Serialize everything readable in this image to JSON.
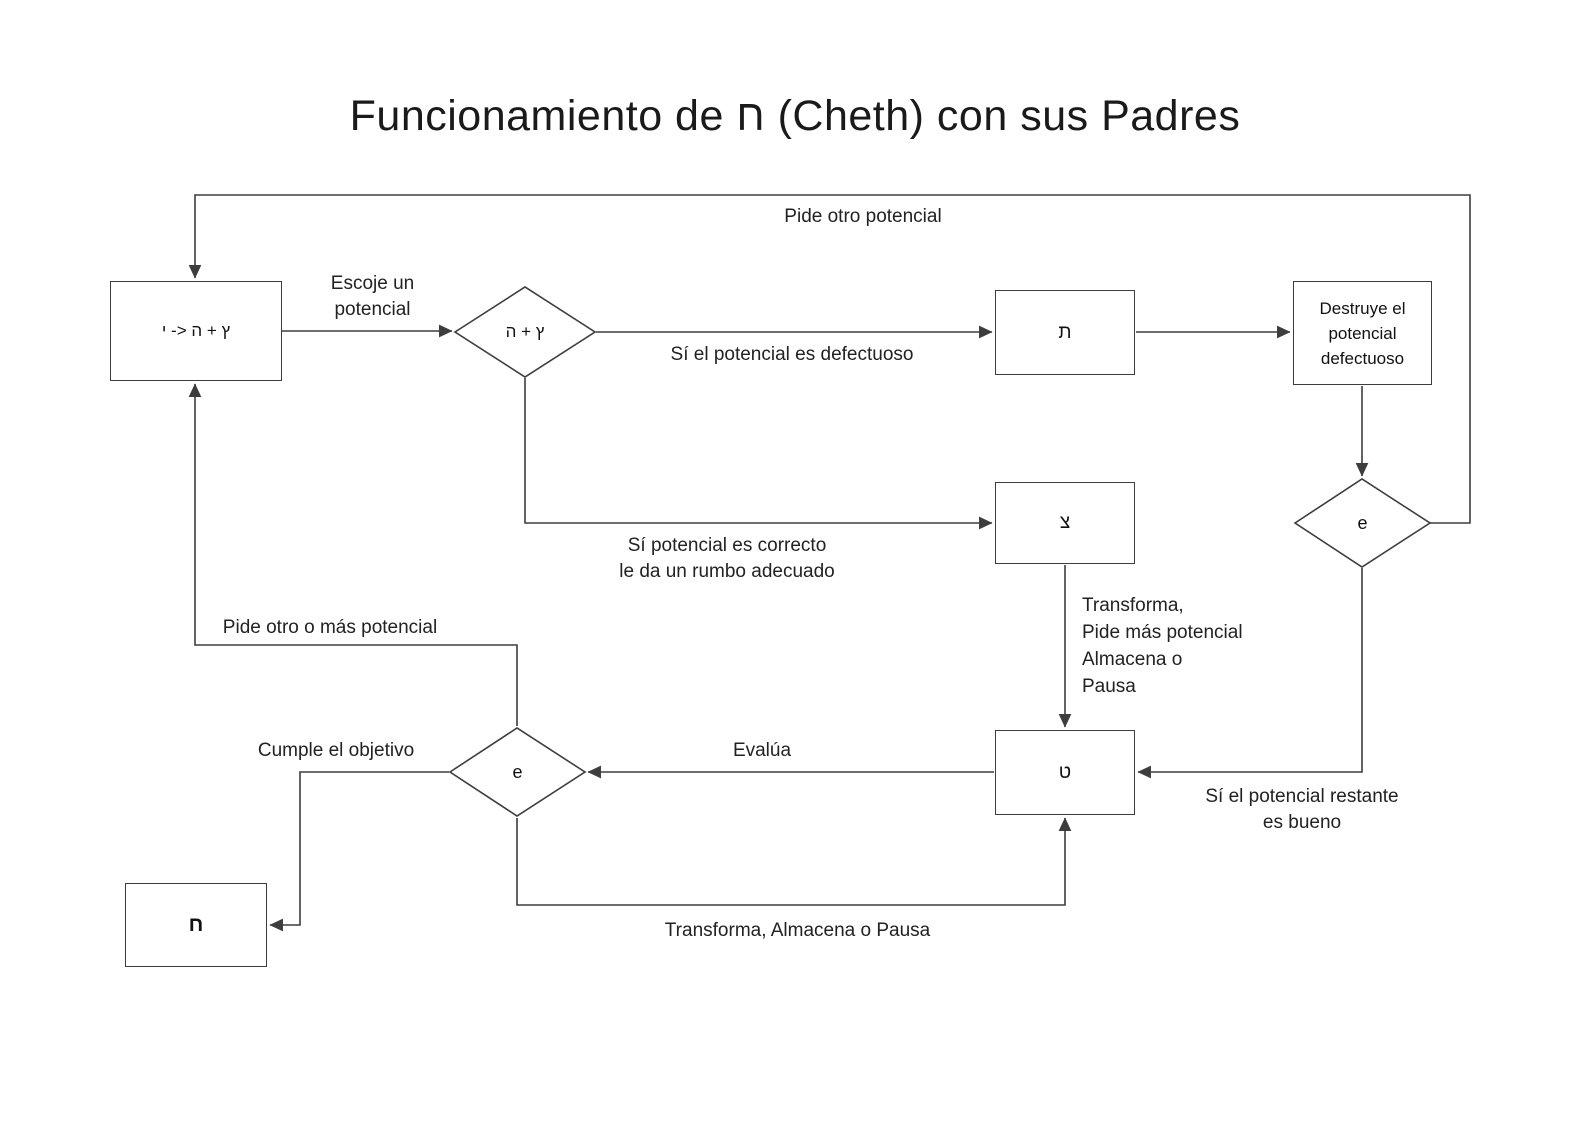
{
  "title": "Funcionamiento de ח (Cheth) con sus Padres",
  "colors": {
    "line": "#3d3d3d",
    "text": "#111111",
    "background": "#ffffff"
  },
  "nodes": {
    "source": "י -> ה + ץ",
    "choose": "ה + ץ",
    "tav": "ת",
    "destroy": "Destruye el\npotencial\ndefectuoso",
    "e1": "e",
    "tsadi": "צ",
    "tet": "ט",
    "e2": "e",
    "cheth": "ח"
  },
  "edges": {
    "pide_otro_potencial": "Pide otro potencial",
    "escoje_un_potencial": "Escoje un\npotencial",
    "defectuoso": "Sí el potencial es defectuoso",
    "correcto": "Sí potencial es correcto\nle da un rumbo adecuado",
    "transforma_pide": "Transforma,\nPide más potencial\nAlmacena o\nPausa",
    "restante_bueno": "Sí el potencial restante\nes bueno",
    "evalua": "Evalúa",
    "pide_otro_mas": "Pide otro o más potencial",
    "cumple": "Cumple el objetivo",
    "transforma_almacena": "Transforma, Almacena o Pausa"
  }
}
